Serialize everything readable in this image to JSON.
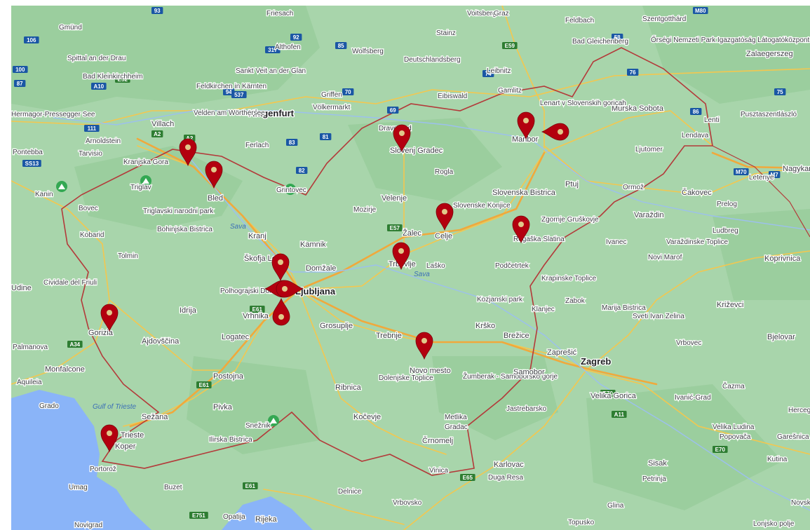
{
  "map": {
    "colors": {
      "land": "#a8d5ab",
      "forest": "#8fc893",
      "sea": "#8ab4f8",
      "border": "#b33a3a",
      "road": "#f3c74f",
      "motorway": "#f0a93c",
      "marker": "#b3000f",
      "marker_dot": "#e0c98a",
      "shield_eu": "#2e7d32",
      "shield_other": "#1a57a4",
      "peak": "#34a853"
    },
    "places": [
      {
        "id": "klagenfurt",
        "label": "Klagenfurt",
        "kind": "city"
      },
      {
        "id": "villach",
        "label": "Villach",
        "kind": "town"
      },
      {
        "id": "spittal",
        "label": "Spittal an der Drau",
        "kind": "small"
      },
      {
        "id": "wolfsberg",
        "label": "Wolfsberg",
        "kind": "small"
      },
      {
        "id": "deutschlandsberg",
        "label": "Deutschlandsberg",
        "kind": "small"
      },
      {
        "id": "leibnitz",
        "label": "Leibnitz",
        "kind": "small"
      },
      {
        "id": "volkermarkt",
        "label": "Völkermarkt",
        "kind": "small"
      },
      {
        "id": "feldkirchen",
        "label": "Feldkirchen in Kärnten",
        "kind": "small"
      },
      {
        "id": "velden",
        "label": "Velden am Wörthersee",
        "kind": "small"
      },
      {
        "id": "arnoldstein",
        "label": "Arnoldstein",
        "kind": "small"
      },
      {
        "id": "hermagor",
        "label": "Hermagor-Pressegger See",
        "kind": "small"
      },
      {
        "id": "pontebba",
        "label": "Pontebba",
        "kind": "small"
      },
      {
        "id": "tarvisio",
        "label": "Tarvisio",
        "kind": "small"
      },
      {
        "id": "ferlach",
        "label": "Ferlach",
        "kind": "small"
      },
      {
        "id": "kranjska-gora",
        "label": "Kranjska Gora",
        "kind": "small"
      },
      {
        "id": "bled",
        "label": "Bled",
        "kind": "town"
      },
      {
        "id": "triglav",
        "label": "Triglav",
        "kind": "small"
      },
      {
        "id": "triglavski",
        "label": "Triglavski narodni park",
        "kind": "small"
      },
      {
        "id": "bovec",
        "label": "Bovec",
        "kind": "small"
      },
      {
        "id": "kanin",
        "label": "Kanin",
        "kind": "small"
      },
      {
        "id": "kobarid",
        "label": "Kobarid",
        "kind": "small"
      },
      {
        "id": "tolmin",
        "label": "Tolmin",
        "kind": "small"
      },
      {
        "id": "bohinjska",
        "label": "Bohinjska Bistrica",
        "kind": "small"
      },
      {
        "id": "grintovec",
        "label": "Grintovec",
        "kind": "small"
      },
      {
        "id": "kranj",
        "label": "Kranj",
        "kind": "town"
      },
      {
        "id": "kamnik",
        "label": "Kamnik",
        "kind": "town"
      },
      {
        "id": "skofja",
        "label": "Škofja Loka",
        "kind": "town"
      },
      {
        "id": "domzale",
        "label": "Domžale",
        "kind": "town"
      },
      {
        "id": "ljubljana",
        "label": "Ljubljana",
        "kind": "city"
      },
      {
        "id": "polhograjski",
        "label": "Polhograjski Dolomiti",
        "kind": "small"
      },
      {
        "id": "vrhnika",
        "label": "Vrhnika",
        "kind": "town"
      },
      {
        "id": "idrija",
        "label": "Idrija",
        "kind": "town"
      },
      {
        "id": "logatec",
        "label": "Logatec",
        "kind": "town"
      },
      {
        "id": "grosuplje",
        "label": "Grosuplje",
        "kind": "town"
      },
      {
        "id": "ajdovscina",
        "label": "Ajdovščina",
        "kind": "town"
      },
      {
        "id": "gorizia",
        "label": "Gorizia",
        "kind": "town"
      },
      {
        "id": "cividale",
        "label": "Cividale del Friuli",
        "kind": "small"
      },
      {
        "id": "udine",
        "label": "Udine",
        "kind": "town"
      },
      {
        "id": "palmanova",
        "label": "Palmanova",
        "kind": "small"
      },
      {
        "id": "monfalcone",
        "label": "Monfalcone",
        "kind": "town"
      },
      {
        "id": "aquileia",
        "label": "Aquileia",
        "kind": "small"
      },
      {
        "id": "grado",
        "label": "Grado",
        "kind": "small"
      },
      {
        "id": "gulf",
        "label": "Gulf of Trieste",
        "kind": "water"
      },
      {
        "id": "trieste",
        "label": "Trieste",
        "kind": "town"
      },
      {
        "id": "sezana",
        "label": "Sežana",
        "kind": "town"
      },
      {
        "id": "koper",
        "label": "Koper",
        "kind": "town"
      },
      {
        "id": "portoroz",
        "label": "Portorož",
        "kind": "small"
      },
      {
        "id": "umag",
        "label": "Umag",
        "kind": "small"
      },
      {
        "id": "buzet",
        "label": "Buzet",
        "kind": "small"
      },
      {
        "id": "novigrad",
        "label": "Novigrad",
        "kind": "small"
      },
      {
        "id": "postojna",
        "label": "Postojna",
        "kind": "town"
      },
      {
        "id": "pivka",
        "label": "Pivka",
        "kind": "town"
      },
      {
        "id": "snesnik",
        "label": "Snežnik",
        "kind": "small"
      },
      {
        "id": "ilirska",
        "label": "Ilirska Bistrica",
        "kind": "small"
      },
      {
        "id": "ribnica",
        "label": "Ribnica",
        "kind": "town"
      },
      {
        "id": "kocevje",
        "label": "Kočevje",
        "kind": "town"
      },
      {
        "id": "opatija",
        "label": "Opatija",
        "kind": "small"
      },
      {
        "id": "rijeka",
        "label": "Rijeka",
        "kind": "town"
      },
      {
        "id": "delnice",
        "label": "Delnice",
        "kind": "small"
      },
      {
        "id": "vrbovsko",
        "label": "Vrbovsko",
        "kind": "small"
      },
      {
        "id": "crnomelj",
        "label": "Črnomelj",
        "kind": "town"
      },
      {
        "id": "metlika",
        "label": "Metlika",
        "kind": "small"
      },
      {
        "id": "gradac",
        "label": "Gradac",
        "kind": "small"
      },
      {
        "id": "vinica",
        "label": "Vinica",
        "kind": "small"
      },
      {
        "id": "novo-mesto",
        "label": "Novo mesto",
        "kind": "town"
      },
      {
        "id": "dolenjske",
        "label": "Dolenjske Toplice",
        "kind": "small"
      },
      {
        "id": "trebnje",
        "label": "Trebnje",
        "kind": "town"
      },
      {
        "id": "zumberak",
        "label": "Žumberak - Samoborsko gorje",
        "kind": "small"
      },
      {
        "id": "jastrebarsko",
        "label": "Jastrebarsko",
        "kind": "small"
      },
      {
        "id": "samobor",
        "label": "Samobor",
        "kind": "town"
      },
      {
        "id": "zapresic",
        "label": "Zaprešić",
        "kind": "town"
      },
      {
        "id": "zagreb",
        "label": "Zagreb",
        "kind": "city"
      },
      {
        "id": "velika-gorica",
        "label": "Velika Gorica",
        "kind": "town"
      },
      {
        "id": "karlovac",
        "label": "Karlovac",
        "kind": "town"
      },
      {
        "id": "duga-resa",
        "label": "Duga Resa",
        "kind": "small"
      },
      {
        "id": "petrinja",
        "label": "Petrinja",
        "kind": "small"
      },
      {
        "id": "sisak",
        "label": "Sisak",
        "kind": "town"
      },
      {
        "id": "glina",
        "label": "Glina",
        "kind": "small"
      },
      {
        "id": "topusko",
        "label": "Topusko",
        "kind": "small"
      },
      {
        "id": "vrbovec",
        "label": "Vrbovec",
        "kind": "small"
      },
      {
        "id": "bjelovar",
        "label": "Bjelovar",
        "kind": "town"
      },
      {
        "id": "krizevci",
        "label": "Križevci",
        "kind": "town"
      },
      {
        "id": "koprivnica",
        "label": "Koprivnica",
        "kind": "town"
      },
      {
        "id": "ivanic-grad",
        "label": "Ivanić-Grad",
        "kind": "small"
      },
      {
        "id": "cazma",
        "label": "Čazma",
        "kind": "small"
      },
      {
        "id": "kutina",
        "label": "Kutina",
        "kind": "small"
      },
      {
        "id": "garesnica",
        "label": "Garešnica",
        "kind": "small"
      },
      {
        "id": "velika-ludina",
        "label": "Velika Ludina",
        "kind": "small"
      },
      {
        "id": "popovaca",
        "label": "Popovača",
        "kind": "small"
      },
      {
        "id": "herceg",
        "label": "Herceg",
        "kind": "small"
      },
      {
        "id": "lonjsko",
        "label": "Lonjsko polje",
        "kind": "small"
      },
      {
        "id": "novska",
        "label": "Novska",
        "kind": "small"
      },
      {
        "id": "krsko",
        "label": "Krško",
        "kind": "town"
      },
      {
        "id": "brezice",
        "label": "Brežice",
        "kind": "town"
      },
      {
        "id": "kozjanski",
        "label": "Kozjanski park",
        "kind": "small"
      },
      {
        "id": "podcetrtek",
        "label": "Podčetrtek",
        "kind": "small"
      },
      {
        "id": "zabok",
        "label": "Zabok",
        "kind": "small"
      },
      {
        "id": "klanjec",
        "label": "Klanjec",
        "kind": "small"
      },
      {
        "id": "krapinske",
        "label": "Krapinske Toplice",
        "kind": "small"
      },
      {
        "id": "marija-bistrica",
        "label": "Marija Bistrica",
        "kind": "small"
      },
      {
        "id": "sveti-ivan",
        "label": "Sveti Ivan Zelina",
        "kind": "small"
      },
      {
        "id": "novi-marof",
        "label": "Novi Marof",
        "kind": "small"
      },
      {
        "id": "varazdinske",
        "label": "Varaždinske Toplice",
        "kind": "small"
      },
      {
        "id": "ivanec",
        "label": "Ivanec",
        "kind": "small"
      },
      {
        "id": "varazdin",
        "label": "Varaždin",
        "kind": "town"
      },
      {
        "id": "ludbreg",
        "label": "Ludbreg",
        "kind": "small"
      },
      {
        "id": "prelog",
        "label": "Prelog",
        "kind": "small"
      },
      {
        "id": "cakovec",
        "label": "Čakovec",
        "kind": "town"
      },
      {
        "id": "letenye",
        "label": "Letenye",
        "kind": "small"
      },
      {
        "id": "nagykanizsa",
        "label": "Nagykanizsa",
        "kind": "town"
      },
      {
        "id": "lenti",
        "label": "Lenti",
        "kind": "small"
      },
      {
        "id": "pusztaszentlaszlo",
        "label": "Pusztaszentlászló",
        "kind": "small"
      },
      {
        "id": "zalaegerszeg",
        "label": "Zalaegerszeg",
        "kind": "town"
      },
      {
        "id": "orsegi",
        "label": "Őrségi Nemzeti Park Igazgatóság Látogatóközpont",
        "kind": "small"
      },
      {
        "id": "szentgotthard",
        "label": "Szentgotthárd",
        "kind": "small"
      },
      {
        "id": "murska",
        "label": "Murska Sobota",
        "kind": "town"
      },
      {
        "id": "lendava",
        "label": "Lendava",
        "kind": "small"
      },
      {
        "id": "ljutomer",
        "label": "Ljutomer",
        "kind": "small"
      },
      {
        "id": "ormoz",
        "label": "Ormož",
        "kind": "small"
      },
      {
        "id": "ptuj",
        "label": "Ptuj",
        "kind": "town"
      },
      {
        "id": "lenart",
        "label": "Lenart v Slovenskih goricah",
        "kind": "small"
      },
      {
        "id": "maribor",
        "label": "Maribor",
        "kind": "town"
      },
      {
        "id": "feldbach",
        "label": "Feldbach",
        "kind": "small"
      },
      {
        "id": "bad-gleichenberg",
        "label": "Bad Gleichenberg",
        "kind": "small"
      },
      {
        "id": "gamlitz",
        "label": "Gamlitz",
        "kind": "small"
      },
      {
        "id": "eibiswald",
        "label": "Eibiswald",
        "kind": "small"
      },
      {
        "id": "dravograd",
        "label": "Dravograd",
        "kind": "small"
      },
      {
        "id": "slovenj-gradec",
        "label": "Slovenj Gradec",
        "kind": "town"
      },
      {
        "id": "velenje",
        "label": "Velenje",
        "kind": "town"
      },
      {
        "id": "mozirje",
        "label": "Mozirje",
        "kind": "small"
      },
      {
        "id": "rogla",
        "label": "Rogla",
        "kind": "small"
      },
      {
        "id": "slovenske-konjice",
        "label": "Slovenske Konjice",
        "kind": "small"
      },
      {
        "id": "slovenska-bistrica",
        "label": "Slovenska Bistrica",
        "kind": "town"
      },
      {
        "id": "zgornje",
        "label": "Zgornje Gruškovje",
        "kind": "small"
      },
      {
        "id": "rogaska",
        "label": "Rogaška Slatina",
        "kind": "small"
      },
      {
        "id": "zalec",
        "label": "Žalec",
        "kind": "town"
      },
      {
        "id": "celje",
        "label": "Celje",
        "kind": "town"
      },
      {
        "id": "lasko",
        "label": "Laško",
        "kind": "small"
      },
      {
        "id": "trbovlje",
        "label": "Trbovlje",
        "kind": "town"
      },
      {
        "id": "sava1",
        "label": "Sava",
        "kind": "water"
      },
      {
        "id": "sava2",
        "label": "Sava",
        "kind": "water"
      },
      {
        "id": "stainz",
        "label": "Stainz",
        "kind": "small"
      },
      {
        "id": "frohnleiten",
        "label": "Friesach",
        "kind": "small"
      },
      {
        "id": "althofen",
        "label": "Althofen",
        "kind": "small"
      },
      {
        "id": "sankt-veit",
        "label": "Sankt Veit an der Glan",
        "kind": "small"
      },
      {
        "id": "griffen",
        "label": "Griffen",
        "kind": "small"
      },
      {
        "id": "kleinkirchheim",
        "label": "Bad Kleinkirchheim",
        "kind": "small"
      },
      {
        "id": "gmund",
        "label": "Gmünd",
        "kind": "small"
      },
      {
        "id": "voitsberg",
        "label": "Voitsberg",
        "kind": "small"
      },
      {
        "id": "graz-side",
        "label": "Graz",
        "kind": "small"
      }
    ],
    "shields": [
      {
        "id": "a2-1",
        "label": "A2",
        "kind": "eu"
      },
      {
        "id": "a2-2",
        "label": "A2",
        "kind": "eu"
      },
      {
        "id": "a10",
        "label": "A10",
        "kind": "other"
      },
      {
        "id": "e59",
        "label": "E59",
        "kind": "eu"
      },
      {
        "id": "e57",
        "label": "E57",
        "kind": "eu"
      },
      {
        "id": "e61-1",
        "label": "E61",
        "kind": "eu"
      },
      {
        "id": "e61-2",
        "label": "E61",
        "kind": "eu"
      },
      {
        "id": "e61-3",
        "label": "E61",
        "kind": "eu"
      },
      {
        "id": "e70-1",
        "label": "E70",
        "kind": "eu"
      },
      {
        "id": "e70-2",
        "label": "E70",
        "kind": "eu"
      },
      {
        "id": "e65",
        "label": "E65",
        "kind": "eu"
      },
      {
        "id": "e751",
        "label": "E751",
        "kind": "eu"
      },
      {
        "id": "a34",
        "label": "A34",
        "kind": "eu"
      },
      {
        "id": "a11",
        "label": "A11",
        "kind": "eu"
      },
      {
        "id": "m70",
        "label": "M70",
        "kind": "other"
      },
      {
        "id": "m7",
        "label": "M7",
        "kind": "other"
      },
      {
        "id": "m80",
        "label": "M80",
        "kind": "other"
      },
      {
        "id": "n111",
        "label": "111",
        "kind": "other"
      },
      {
        "id": "n100",
        "label": "100",
        "kind": "other"
      },
      {
        "id": "n94",
        "label": "94",
        "kind": "other"
      },
      {
        "id": "n83",
        "label": "83",
        "kind": "other"
      },
      {
        "id": "n82",
        "label": "82",
        "kind": "other"
      },
      {
        "id": "n81",
        "label": "81",
        "kind": "other"
      },
      {
        "id": "n85",
        "label": "85",
        "kind": "other"
      },
      {
        "id": "n69",
        "label": "69",
        "kind": "other"
      },
      {
        "id": "n74",
        "label": "74",
        "kind": "other"
      },
      {
        "id": "n70",
        "label": "70",
        "kind": "other"
      },
      {
        "id": "n92",
        "label": "92",
        "kind": "other"
      },
      {
        "id": "n93",
        "label": "93",
        "kind": "other"
      },
      {
        "id": "n106",
        "label": "106",
        "kind": "other"
      },
      {
        "id": "n317",
        "label": "317",
        "kind": "other"
      },
      {
        "id": "n537",
        "label": "537",
        "kind": "other"
      },
      {
        "id": "n86",
        "label": "86",
        "kind": "other"
      },
      {
        "id": "n75",
        "label": "75",
        "kind": "other"
      },
      {
        "id": "n76",
        "label": "76",
        "kind": "other"
      },
      {
        "id": "n58",
        "label": "58",
        "kind": "other"
      },
      {
        "id": "n87",
        "label": "87",
        "kind": "other"
      },
      {
        "id": "ss13",
        "label": "SS13",
        "kind": "other"
      },
      {
        "id": "e52",
        "label": "E52",
        "kind": "eu"
      }
    ],
    "markers_count_note": null
  }
}
